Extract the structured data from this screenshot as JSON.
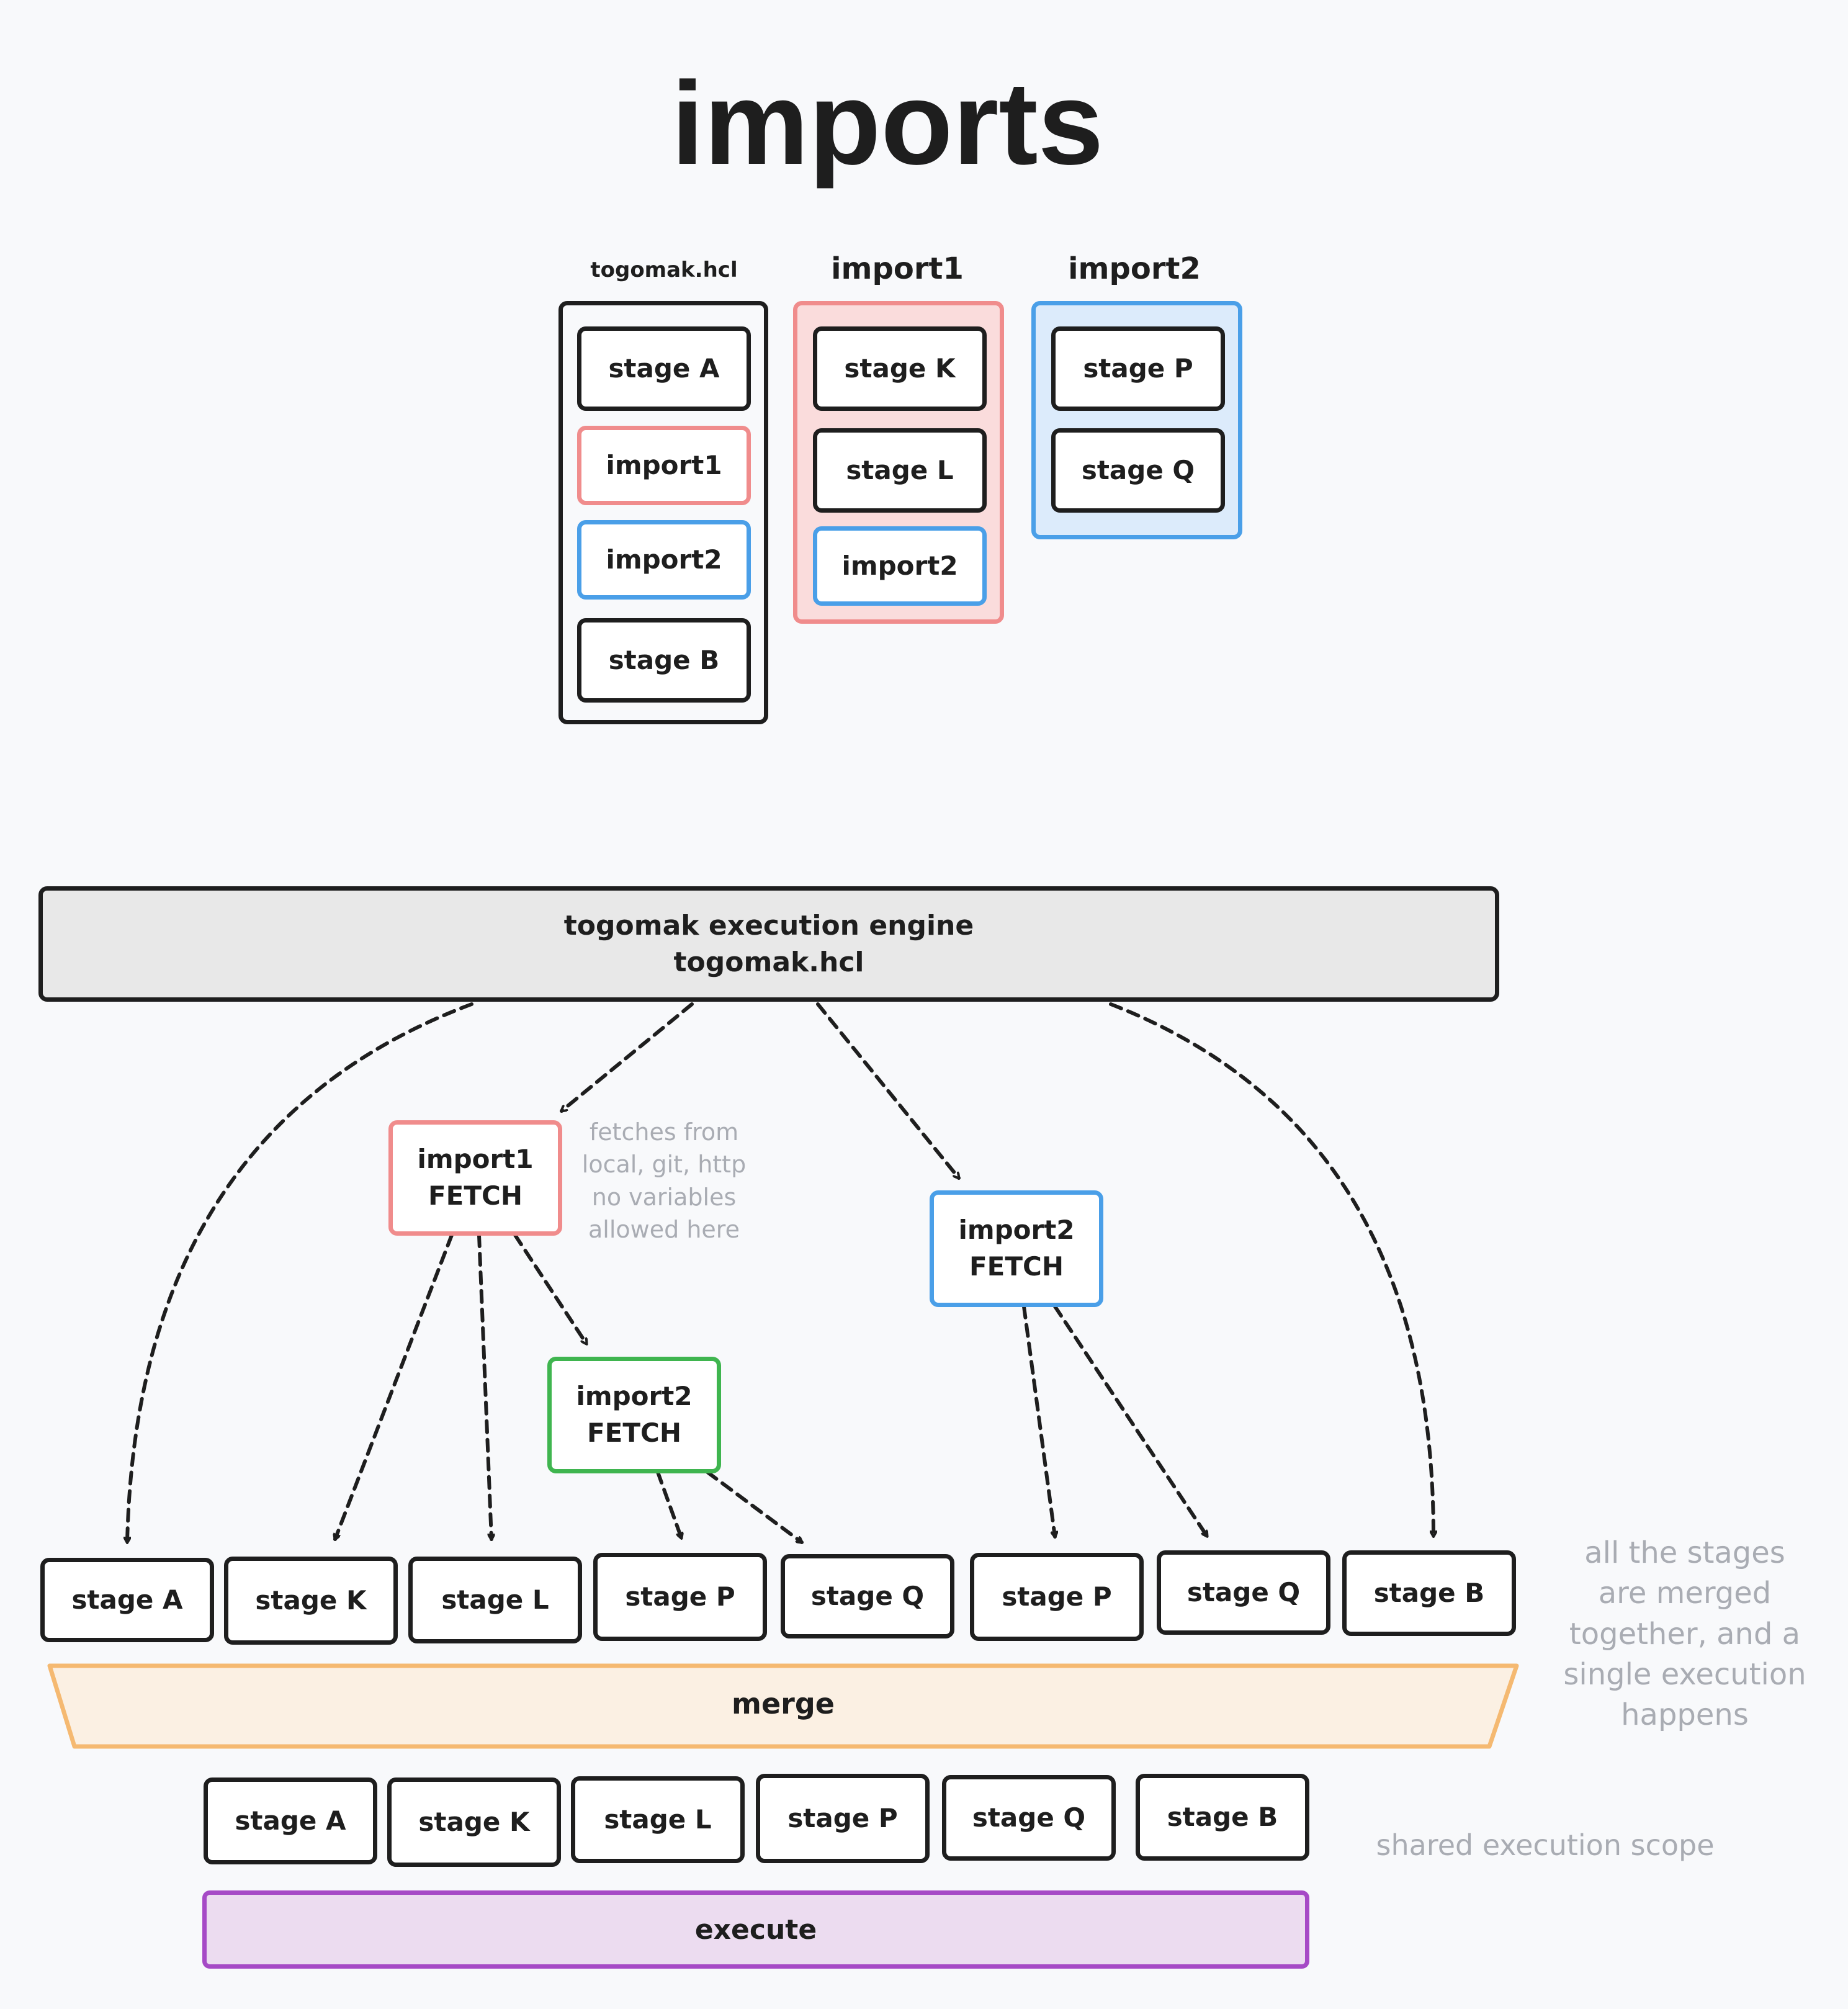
{
  "title": "imports",
  "colors": {
    "ink": "#1e1e1e",
    "import1": "#f08c8c",
    "import1_fill": "#fadcdc",
    "import2": "#4a9fe8",
    "import2_fill": "#dcebfb",
    "nested_import2": "#3fb54f",
    "merge_stroke": "#f5b971",
    "merge_fill": "#fbf0e3",
    "execute_stroke": "#a64ac6",
    "execute_fill": "#ecdcf0",
    "note": "#a9acb3"
  },
  "files": [
    {
      "label": "togomak.hcl",
      "items": [
        "stage A",
        "import1",
        "import2",
        "stage B"
      ]
    },
    {
      "label": "import1",
      "items": [
        "stage K",
        "stage L",
        "import2"
      ]
    },
    {
      "label": "import2",
      "items": [
        "stage P",
        "stage Q"
      ]
    }
  ],
  "engine": {
    "line1": "togomak execution engine",
    "line2": "togomak.hcl"
  },
  "fetch_nodes": {
    "import1": "import1\nFETCH",
    "import2_nested": "import2\nFETCH",
    "import2": "import2\nFETCH"
  },
  "fetch_note": "fetches from\nlocal, git, http\nno variables\nallowed here",
  "fetched_stages": [
    "stage A",
    "stage K",
    "stage L",
    "stage P",
    "stage Q",
    "stage P",
    "stage Q",
    "stage B"
  ],
  "merge_label": "merge",
  "merge_note": "all the stages\nare merged\ntogether, and a\nsingle execution\nhappens",
  "merged_stages": [
    "stage A",
    "stage K",
    "stage L",
    "stage P",
    "stage Q",
    "stage B"
  ],
  "scope_note": "shared execution scope",
  "execute_label": "execute"
}
